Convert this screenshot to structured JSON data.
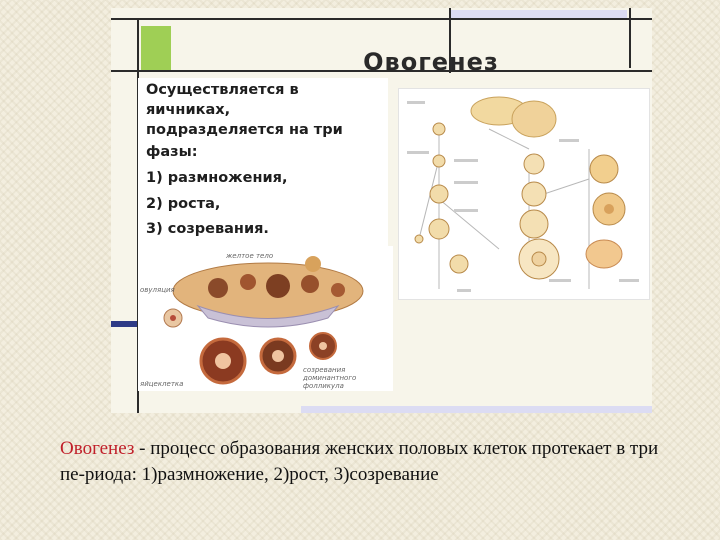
{
  "slide": {
    "title": "Овогенез",
    "text_lines": [
      "Осуществляется в",
      "яичниках,",
      "подразделяется на три",
      "фазы:",
      "1) размножения,",
      "2) роста,",
      "3) созревания."
    ],
    "ovary_labels": {
      "corpus_luteum": "желтое тело",
      "ovulation": "овуляция",
      "egg": "яйцеклетка",
      "dominant_follicle": "созревания доминантного фолликула"
    }
  },
  "caption": {
    "term": "Овогенез",
    "rest": " - процесс образования женских половых клеток протекает в три пе-риода: 1)размножение, 2)рост, 3)созревание"
  },
  "colors": {
    "accent_green": "#9fcf55",
    "navy": "#2e3a86",
    "lavender": "#dcdcf3",
    "caption_term": "#c0202a"
  }
}
